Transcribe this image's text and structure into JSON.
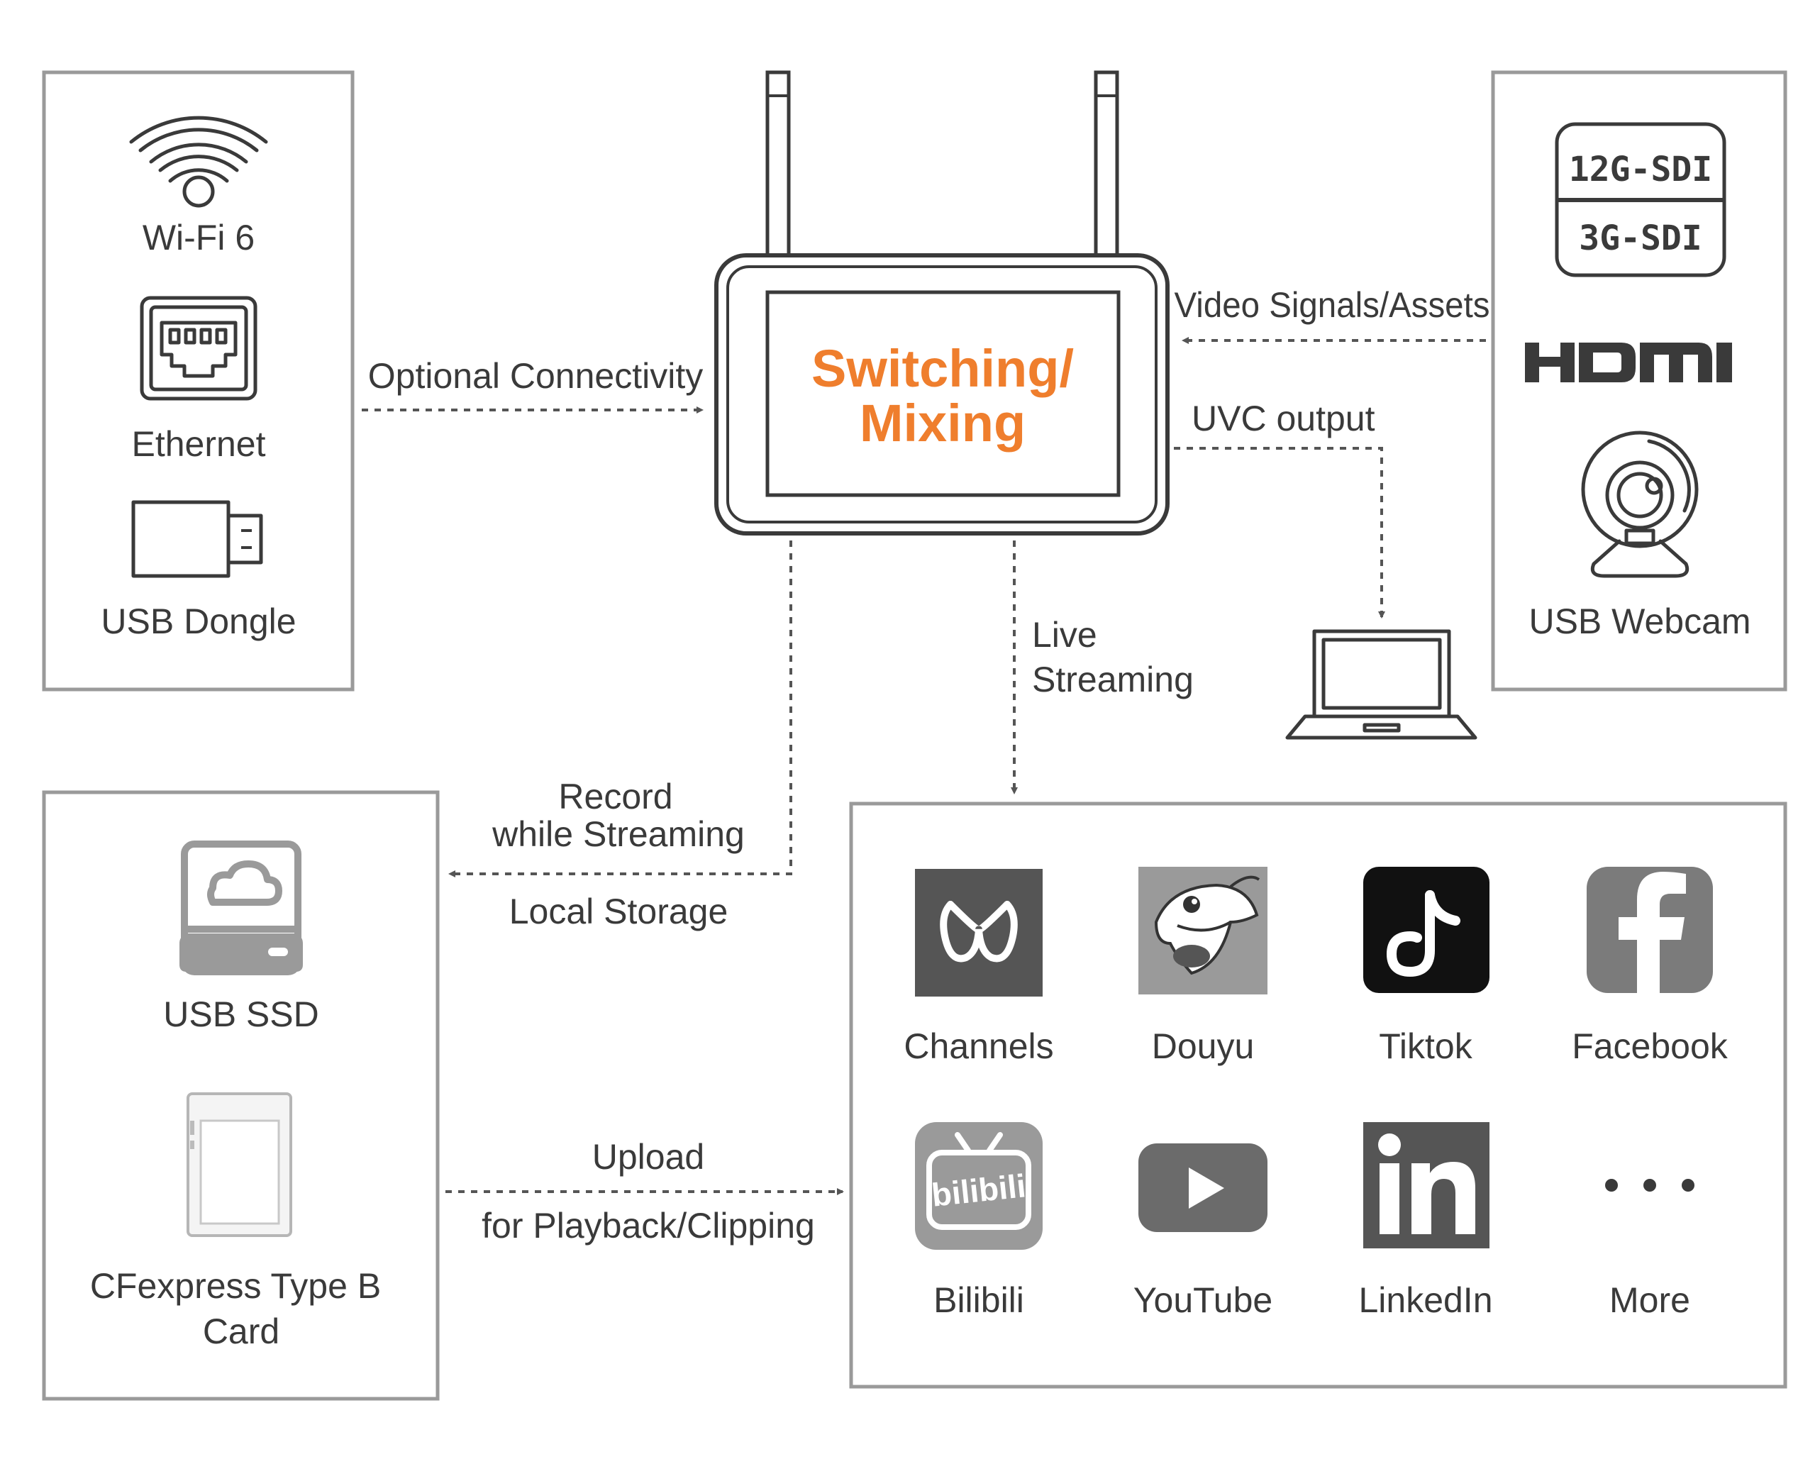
{
  "center": {
    "title_line1": "Switching/",
    "title_line2": "Mixing",
    "accent_color": "#ef7e2d"
  },
  "connectivity": {
    "items": [
      {
        "label": "Wi-Fi 6",
        "icon": "wifi-icon"
      },
      {
        "label": "Ethernet",
        "icon": "ethernet-port-icon"
      },
      {
        "label": "USB Dongle",
        "icon": "usb-dongle-icon"
      }
    ]
  },
  "inputs": {
    "sdi_top": "12G-SDI",
    "sdi_bottom": "3G-SDI",
    "hdmi_icon": "hdmi-logo-icon",
    "webcam_label": "USB Webcam",
    "webcam_icon": "webcam-icon"
  },
  "storage": {
    "items": [
      {
        "label": "USB SSD",
        "icon": "ssd-cloud-icon"
      },
      {
        "label_line1": "CFexpress Type B",
        "label_line2": "Card",
        "icon": "cfexpress-card-icon"
      }
    ]
  },
  "platforms": {
    "items": [
      {
        "label": "Channels",
        "icon": "channels-icon"
      },
      {
        "label": "Douyu",
        "icon": "douyu-icon"
      },
      {
        "label": "Tiktok",
        "icon": "tiktok-icon"
      },
      {
        "label": "Facebook",
        "icon": "facebook-icon"
      },
      {
        "label": "Bilibili",
        "icon": "bilibili-icon"
      },
      {
        "label": "YouTube",
        "icon": "youtube-icon"
      },
      {
        "label": "LinkedIn",
        "icon": "linkedin-icon"
      },
      {
        "label": "More",
        "icon": "more-icon"
      }
    ]
  },
  "flows": {
    "optional_connectivity": "Optional Connectivity",
    "video_signals": "Video Signals/Assets",
    "uvc_output": "UVC output",
    "live_streaming_line1": "Live",
    "live_streaming_line2": "Streaming",
    "record_line1": "Record",
    "record_line2": "while Streaming",
    "local_storage": "Local Storage",
    "upload": "Upload",
    "playback": "for Playback/Clipping"
  }
}
